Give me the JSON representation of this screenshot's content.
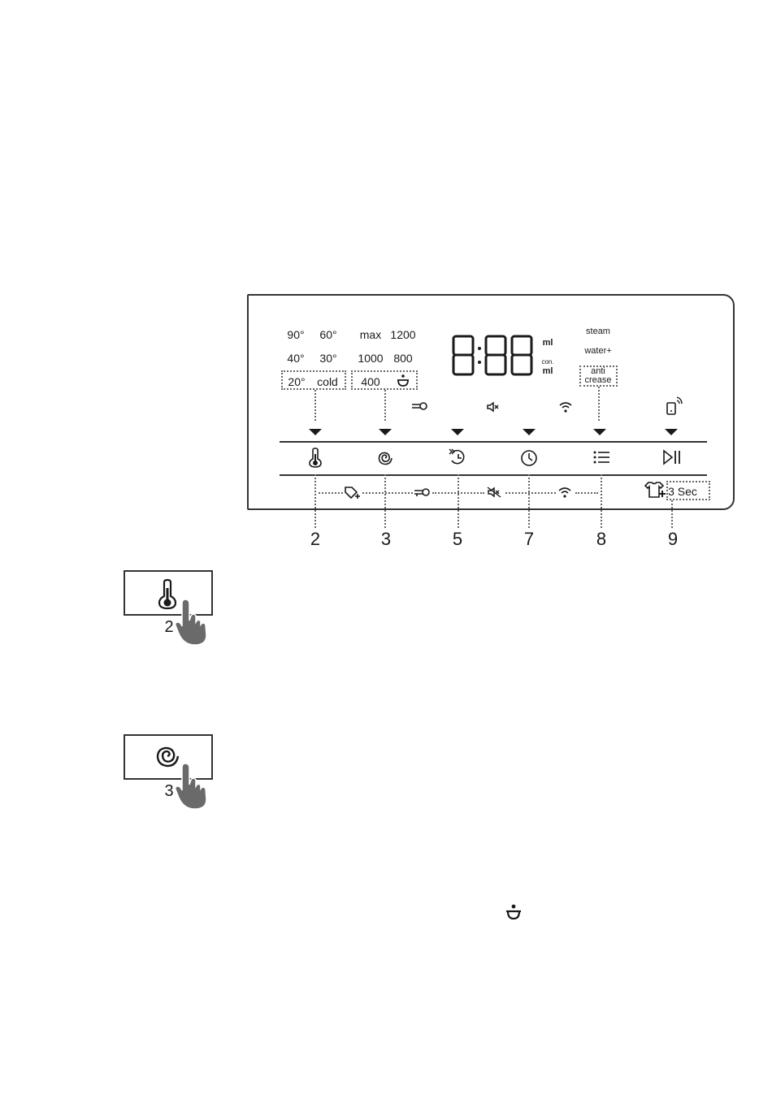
{
  "temperature_options": [
    "90°",
    "60°",
    "40°",
    "30°",
    "20°",
    "cold"
  ],
  "spin_options": [
    "max",
    "1200",
    "1000",
    "800",
    "400"
  ],
  "display": {
    "digits": "8:88",
    "unit_top": "ml",
    "unit_con": "con.",
    "unit_bottom": "ml"
  },
  "options_list": [
    "steam",
    "water+",
    "anti",
    "crease"
  ],
  "hold_label": "3 Sec",
  "button_numbers": [
    "2",
    "3",
    "5",
    "7",
    "8",
    "9"
  ],
  "figure_numbers": [
    "2",
    "3"
  ],
  "icons": [
    "temperature-icon",
    "spin-icon",
    "delay-end-icon",
    "time-icon",
    "options-list-icon",
    "start-pause-icon",
    "child-lock-icon",
    "mute-icon",
    "wifi-icon",
    "smart-control-icon",
    "rinse-hold-icon",
    "add-garment-icon",
    "finger-press-icon"
  ]
}
